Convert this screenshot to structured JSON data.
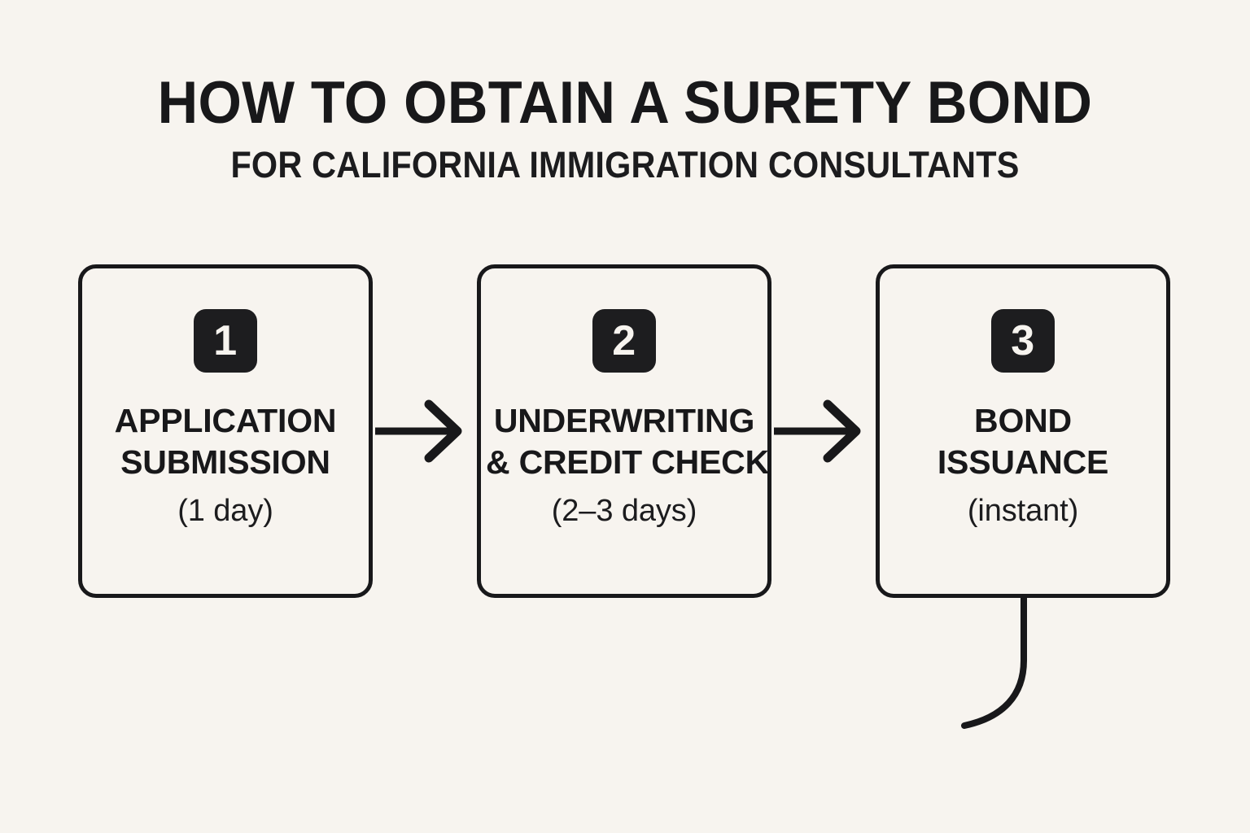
{
  "canvas": {
    "background_color": "#f7f4ef",
    "ink_color": "#18181a"
  },
  "heading": {
    "title": "HOW TO OBTAIN A SURETY BOND",
    "subtitle": "FOR CALIFORNIA IMMIGRATION CONSULTANTS"
  },
  "flow": {
    "orientation": "horizontal",
    "connector_type": "arrow-chevron",
    "steps": [
      {
        "number": "1",
        "label_line_1": "APPLICATION",
        "label_line_2": "SUBMISSION",
        "duration": "(1 day)"
      },
      {
        "number": "2",
        "label_line_1": "UNDERWRITING",
        "label_line_2": "& CREDIT CHECK",
        "duration": "(2–3 days)"
      },
      {
        "number": "3",
        "label_line_1": "BOND",
        "label_line_2": "ISSUANCE",
        "duration": "(instant)"
      }
    ],
    "arrows": [
      {
        "from": "1",
        "to": "2"
      },
      {
        "from": "2",
        "to": "3"
      }
    ],
    "tail": {
      "attached_to_step": "3",
      "shape": "curved-line-down-left"
    }
  }
}
